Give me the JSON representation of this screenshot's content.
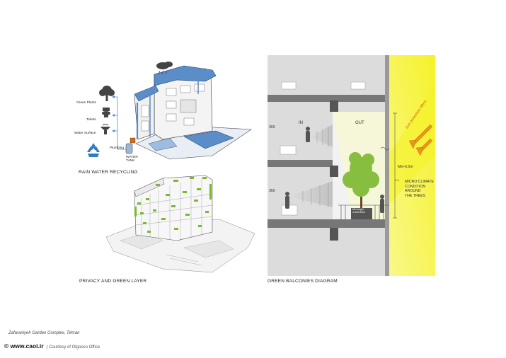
{
  "rain": {
    "labels": {
      "green_plants": "Green Plants",
      "toilets": "Toilets",
      "water_surface": "Water Surface",
      "plumbing": "Plumbing",
      "water_tank": "WATER\nTANK"
    },
    "caption": "RAIN WATER RECYCLING"
  },
  "privacy": {
    "caption": "PRIVACY AND GREEN LAYER"
  },
  "balconies": {
    "caption": "GREEN BALCONIES DIAGRAM",
    "in_label": "IN",
    "out_label": "OUT",
    "height_top": "360",
    "height_bottom": "360",
    "sun_label": "Sun protection effect",
    "min_label": "Min-6.5m",
    "micro_label": "MICRO CLIMATE\nCONDITION\nAROUND\nTHE TREES",
    "planter_label": "Min height\nof soil 80cm"
  },
  "footer": {
    "project": "Zafaraniyeh Garden Complex, Tehran",
    "site": "© www.caoi.ir",
    "credit": "|  Courtesy of Olgooco Office"
  },
  "colors": {
    "blue": "#5b8ec9",
    "green": "#7cb82f",
    "yellow": "#f5f22a"
  }
}
